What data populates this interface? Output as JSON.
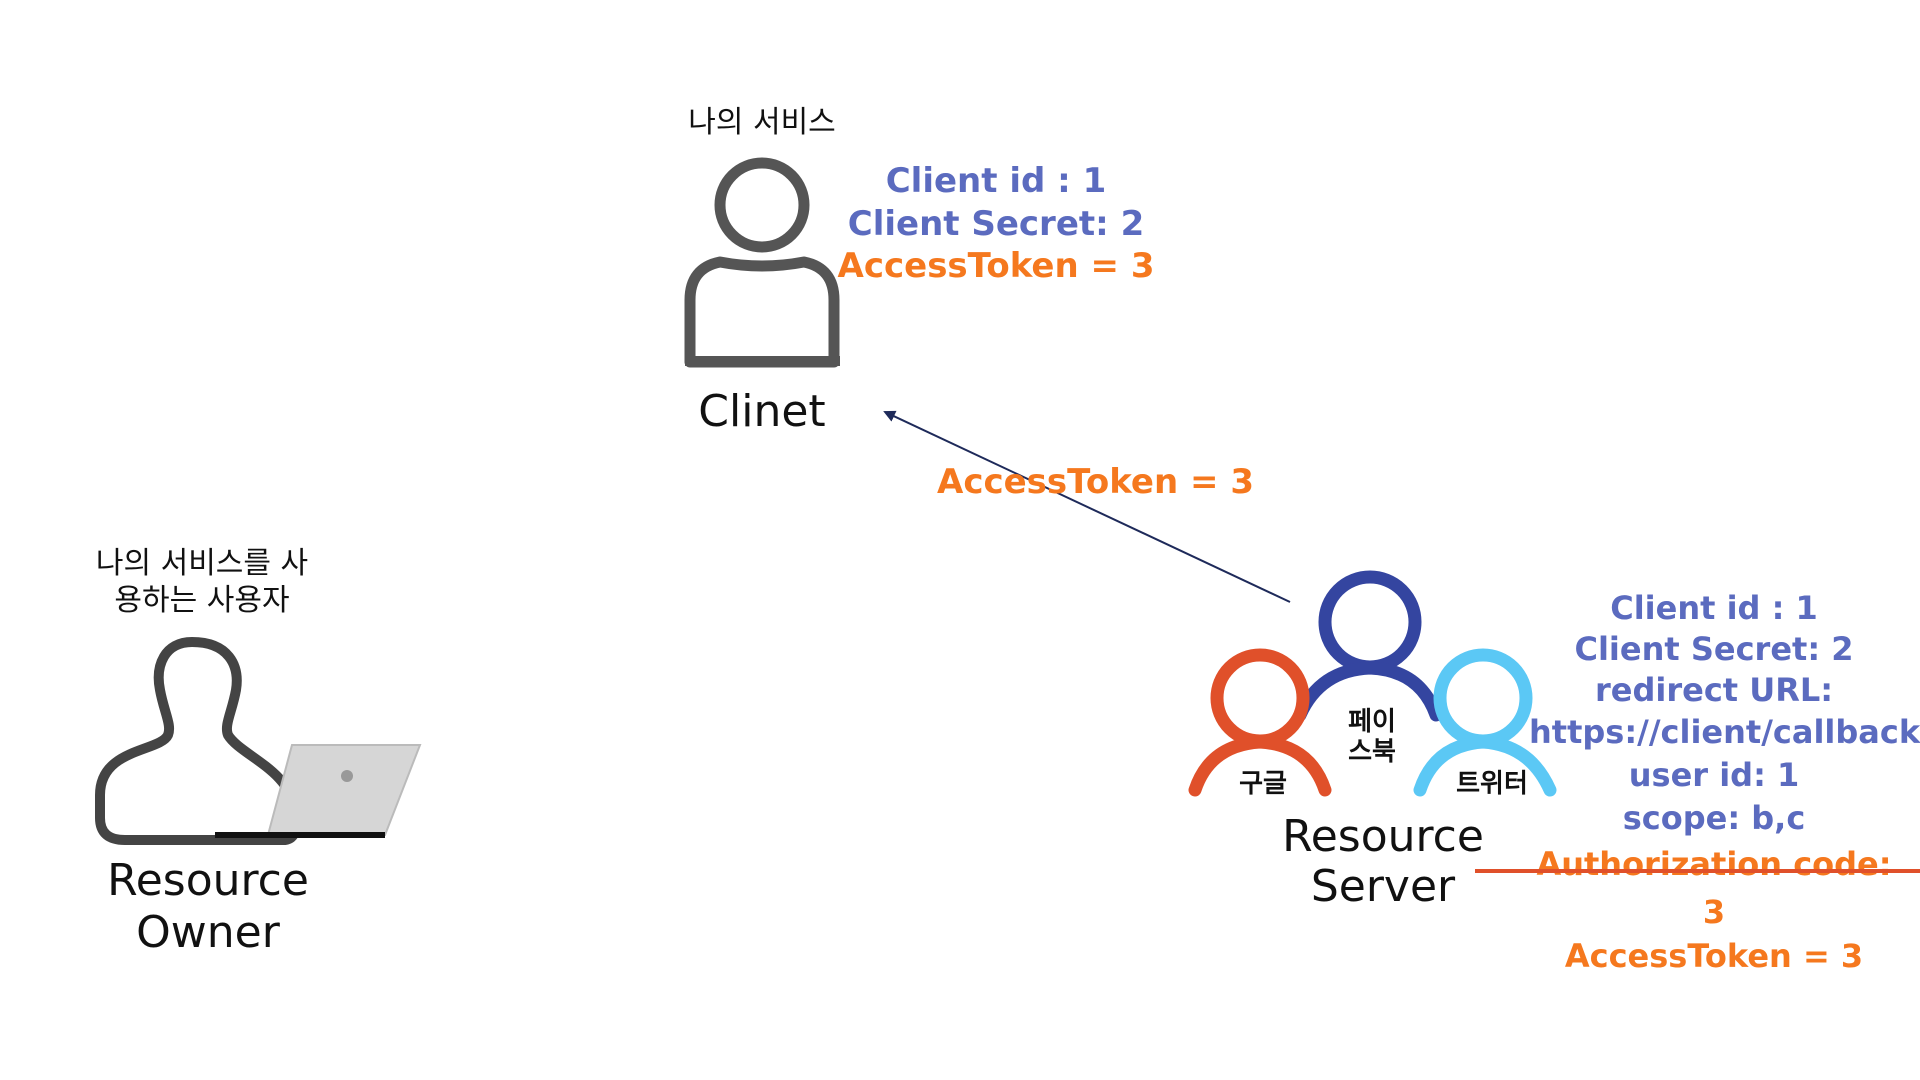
{
  "client": {
    "caption": "나의 서비스",
    "name": "Clinet",
    "info": {
      "client_id": "Client id : 1",
      "client_secret": "Client Secret: 2",
      "access_token": "AccessToken = 3"
    }
  },
  "arrow_label": "AccessToken = 3",
  "resource_owner": {
    "caption_line1": "나의 서비스를 사",
    "caption_line2": "용하는 사용자",
    "name_line1": "Resource",
    "name_line2": "Owner"
  },
  "resource_server": {
    "name_line1": "Resource",
    "name_line2": "Server",
    "providers": {
      "google": "구글",
      "facebook_line1": "페이",
      "facebook_line2": "스북",
      "twitter": "트위터"
    },
    "info": {
      "client_id": "Client id : 1",
      "client_secret": "Client Secret: 2",
      "redirect_label": "redirect URL:",
      "redirect_url": "https://client/callback",
      "user_id": "user id: 1",
      "scope": "scope: b,c",
      "authorization_code": "Authorization code: 3",
      "access_token": "AccessToken = 3"
    }
  },
  "colors": {
    "info_blue": "#5b6bbf",
    "token_orange": "#f5781e",
    "strike_red": "#e0502a",
    "icon_gray": "#555555",
    "google_red": "#e0502a",
    "facebook_blue": "#3445a0",
    "twitter_blue": "#5bc8f5",
    "arrow_navy": "#1e2a5a"
  }
}
